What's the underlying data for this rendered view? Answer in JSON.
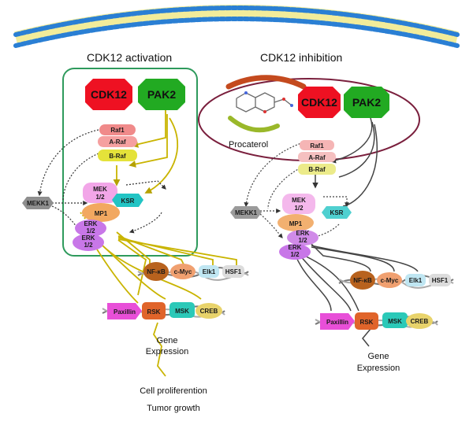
{
  "left": {
    "heading": "CDK12 activation",
    "cdk12": "CDK12",
    "pak2": "PAK2",
    "raf1": "Raf1",
    "araf": "A-Raf",
    "braf": "B-Raf",
    "mek": [
      "MEK",
      "1/2"
    ],
    "mp1": "MP1",
    "ksr": "KSR",
    "mekk1": "MEKK1",
    "erk_a": [
      "ERK",
      "1/2"
    ],
    "erk_b": [
      "ERK",
      "1/2"
    ],
    "tfs": [
      "NF-κB",
      "c-Myc",
      "Elk1",
      "HSF1"
    ],
    "targets": [
      "Paxillin",
      "RSK",
      "MSK",
      "CREB"
    ],
    "gene_expression": [
      "Gene",
      "Expression"
    ],
    "outcomes": [
      "Cell proliferention",
      "Tumor growth"
    ]
  },
  "right": {
    "heading": "CDK12 inhibition",
    "drug": "Procaterol",
    "cdk12": "CDK12",
    "pak2": "PAK2",
    "raf1": "Raf1",
    "araf": "A-Raf",
    "braf": "B-Raf",
    "mek": [
      "MEK",
      "1/2"
    ],
    "mp1": "MP1",
    "ksr": "KSR",
    "mekk1": "MEKK1",
    "erk_a": [
      "ERK",
      "1/2"
    ],
    "erk_b": [
      "ERK",
      "1/2"
    ],
    "tfs": [
      "NF-κB",
      "c-Myc",
      "Elk1",
      "HSF1"
    ],
    "targets": [
      "Paxillin",
      "RSK",
      "MSK",
      "CREB"
    ],
    "gene_expression": [
      "Gene",
      "Expression"
    ]
  },
  "colors": {
    "cdk12": "#ee1122",
    "pak2": "#22aa22",
    "activation_box": "#2e9a5c",
    "inhibition_ellipse": "#7a1f3d",
    "membrane": "#2a7fd4"
  }
}
